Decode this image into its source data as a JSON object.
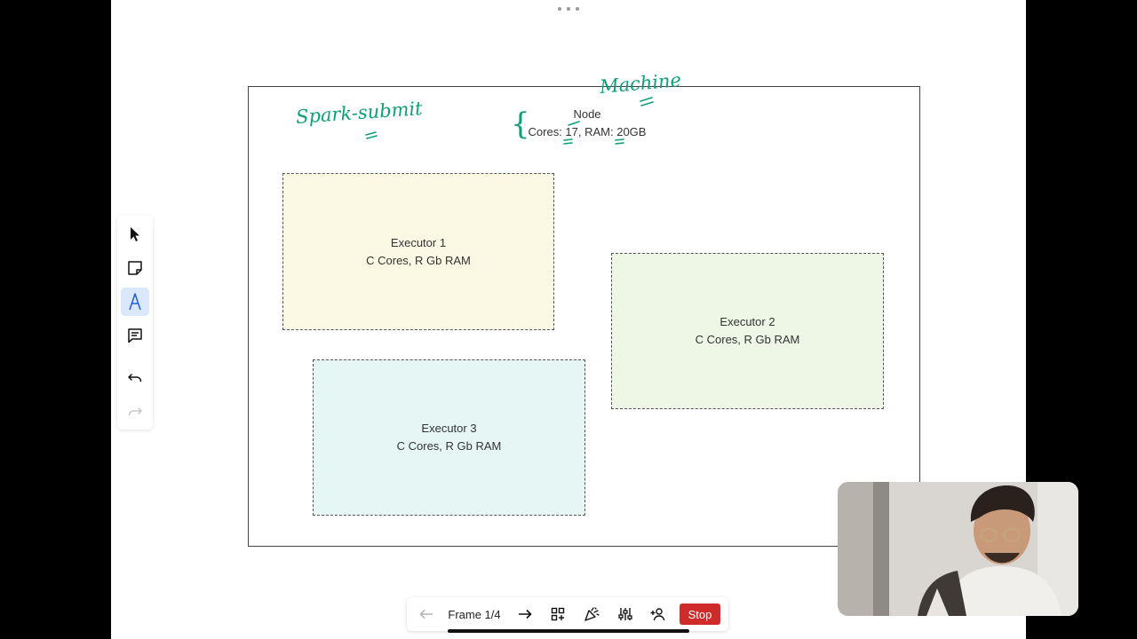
{
  "board": {
    "node": {
      "title": "Node",
      "specs": "Cores: 17, RAM: 20GB"
    },
    "executors": [
      {
        "title": "Executor 1",
        "resources": "C Cores, R Gb RAM"
      },
      {
        "title": "Executor 2",
        "resources": "C Cores, R Gb RAM"
      },
      {
        "title": "Executor 3",
        "resources": "C Cores, R Gb RAM"
      }
    ],
    "annotations": {
      "spark_submit": "Spark-submit",
      "machine": "Machine",
      "brace": "{"
    },
    "colors": {
      "ink": "#0d9f78",
      "executor1_fill": "#fbf8e3",
      "executor2_fill": "#eef6e6",
      "executor3_fill": "#e6f6f5"
    }
  },
  "toolbar": {
    "tools": [
      "cursor-icon",
      "sticky-note-icon",
      "pen-icon",
      "comment-icon",
      "undo-icon",
      "redo-icon"
    ],
    "active_tool": "pen-icon"
  },
  "presentation": {
    "frame_label": "Frame 1/4",
    "stop_label": "Stop",
    "stop_color": "#cf2b2b",
    "progress": 0.25
  }
}
